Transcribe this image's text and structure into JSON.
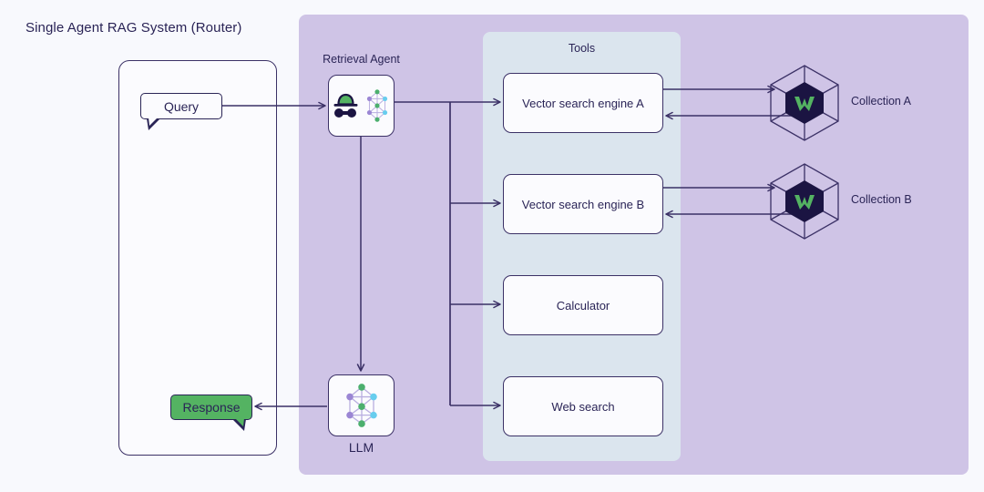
{
  "title": "Single Agent RAG System (Router)",
  "panels": {
    "agent_label": "Retrieval Agent",
    "tools_label": "Tools",
    "llm_label": "LLM"
  },
  "messages": {
    "query": "Query",
    "response": "Response"
  },
  "tools": [
    {
      "label": "Vector search engine A"
    },
    {
      "label": "Vector search engine B"
    },
    {
      "label": "Calculator"
    },
    {
      "label": "Web search"
    }
  ],
  "collections": [
    {
      "label": "Collection A",
      "icon": "weaviate-hexagon-icon"
    },
    {
      "label": "Collection B",
      "icon": "weaviate-hexagon-icon"
    }
  ],
  "icons": {
    "agent": "detective-hat-neural-net-icon",
    "llm": "neural-network-icon"
  },
  "colors": {
    "canvas": "#f8f9fd",
    "panel_purple": "#cfc4e6",
    "panel_blue": "#dbe5ee",
    "stroke_navy": "#3b3166",
    "accent_green": "#54b362",
    "node_fill": "#fbfbfe",
    "hex_fill": "#1b1442",
    "nn_purple": "#9b86d4",
    "nn_green": "#4caf6e",
    "nn_cyan": "#67cdee"
  }
}
